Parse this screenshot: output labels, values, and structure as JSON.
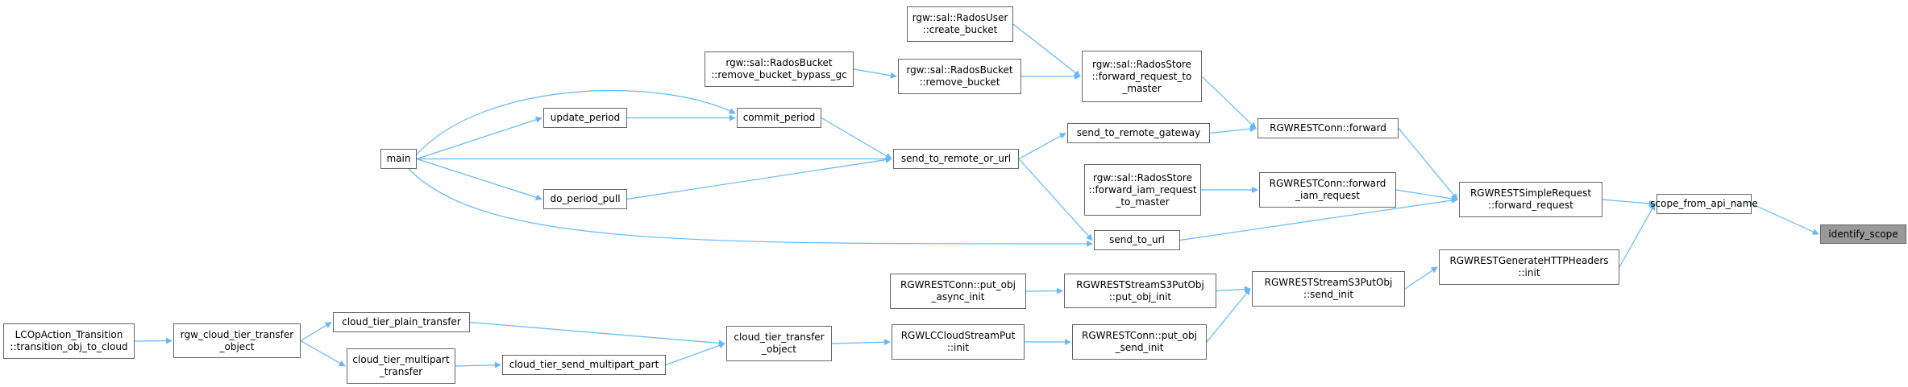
{
  "colors": {
    "edge": "#63b8ff",
    "node_border": "#666666",
    "focus_fill": "#999999"
  },
  "nodes": [
    {
      "id": "identify_scope",
      "label": "identify_scope",
      "focus": true
    },
    {
      "id": "scope_from_api_name",
      "label": "scope_from_api_name"
    },
    {
      "id": "forward_request",
      "label": "RGWRESTSimpleRequest\n::forward_request"
    },
    {
      "id": "gen_headers_init",
      "label": "RGWRESTGenerateHTTPHeaders\n::init"
    },
    {
      "id": "conn_forward",
      "label": "RGWRESTConn::forward"
    },
    {
      "id": "conn_forward_iam",
      "label": "RGWRESTConn::forward\n_iam_request"
    },
    {
      "id": "send_to_url",
      "label": "send_to_url"
    },
    {
      "id": "s3putobj_send_init",
      "label": "RGWRESTStreamS3PutObj\n::send_init"
    },
    {
      "id": "store_fwd_master",
      "label": "rgw::sal::RadosStore\n::forward_request_to\n_master"
    },
    {
      "id": "send_to_remote_gw",
      "label": "send_to_remote_gateway"
    },
    {
      "id": "send_to_remote_or_url",
      "label": "send_to_remote_or_url"
    },
    {
      "id": "main",
      "label": "main"
    },
    {
      "id": "store_fwd_iam",
      "label": "rgw::sal::RadosStore\n::forward_iam_request\n_to_master"
    },
    {
      "id": "s3putobj_put_init",
      "label": "RGWRESTStreamS3PutObj\n::put_obj_init"
    },
    {
      "id": "conn_put_obj_send",
      "label": "RGWRESTConn::put_obj\n_send_init"
    },
    {
      "id": "user_create_bucket",
      "label": "rgw::sal::RadosUser\n::create_bucket"
    },
    {
      "id": "bucket_remove",
      "label": "rgw::sal::RadosBucket\n::remove_bucket"
    },
    {
      "id": "bucket_remove_bypass",
      "label": "rgw::sal::RadosBucket\n::remove_bucket_bypass_gc"
    },
    {
      "id": "commit_period",
      "label": "commit_period"
    },
    {
      "id": "update_period",
      "label": "update_period"
    },
    {
      "id": "do_period_pull",
      "label": "do_period_pull"
    },
    {
      "id": "conn_put_obj_async",
      "label": "RGWRESTConn::put_obj\n_async_init"
    },
    {
      "id": "lc_cloud_stream_init",
      "label": "RGWLCCloudStreamPut\n::init"
    },
    {
      "id": "cloud_tier_transfer_object",
      "label": "cloud_tier_transfer\n_object"
    },
    {
      "id": "cloud_tier_plain_transfer",
      "label": "cloud_tier_plain_transfer"
    },
    {
      "id": "cloud_tier_send_multipart_part",
      "label": "cloud_tier_send_multipart_part"
    },
    {
      "id": "cloud_tier_multipart_transfer",
      "label": "cloud_tier_multipart\n_transfer"
    },
    {
      "id": "rgw_cloud_tier_transfer_object",
      "label": "rgw_cloud_tier_transfer\n_object"
    },
    {
      "id": "lcop_transition",
      "label": "LCOpAction_Transition\n::transition_obj_to_cloud"
    }
  ],
  "edges": [
    {
      "from": "scope_from_api_name",
      "to": "identify_scope"
    },
    {
      "from": "forward_request",
      "to": "scope_from_api_name"
    },
    {
      "from": "gen_headers_init",
      "to": "scope_from_api_name"
    },
    {
      "from": "conn_forward",
      "to": "forward_request"
    },
    {
      "from": "conn_forward_iam",
      "to": "forward_request"
    },
    {
      "from": "send_to_url",
      "to": "forward_request"
    },
    {
      "from": "s3putobj_send_init",
      "to": "gen_headers_init"
    },
    {
      "from": "store_fwd_master",
      "to": "conn_forward"
    },
    {
      "from": "send_to_remote_gw",
      "to": "conn_forward"
    },
    {
      "from": "store_fwd_iam",
      "to": "conn_forward_iam"
    },
    {
      "from": "send_to_remote_or_url",
      "to": "send_to_url"
    },
    {
      "from": "main",
      "to": "send_to_url"
    },
    {
      "from": "s3putobj_put_init",
      "to": "s3putobj_send_init"
    },
    {
      "from": "conn_put_obj_send",
      "to": "s3putobj_send_init"
    },
    {
      "from": "user_create_bucket",
      "to": "store_fwd_master"
    },
    {
      "from": "bucket_remove",
      "to": "store_fwd_master"
    },
    {
      "from": "send_to_remote_or_url",
      "to": "send_to_remote_gw"
    },
    {
      "from": "commit_period",
      "to": "send_to_remote_or_url"
    },
    {
      "from": "main",
      "to": "send_to_remote_or_url"
    },
    {
      "from": "do_period_pull",
      "to": "send_to_remote_or_url"
    },
    {
      "from": "conn_put_obj_async",
      "to": "s3putobj_put_init"
    },
    {
      "from": "lc_cloud_stream_init",
      "to": "conn_put_obj_send"
    },
    {
      "from": "bucket_remove_bypass",
      "to": "bucket_remove"
    },
    {
      "from": "update_period",
      "to": "commit_period"
    },
    {
      "from": "main",
      "to": "commit_period"
    },
    {
      "from": "main",
      "to": "update_period"
    },
    {
      "from": "main",
      "to": "do_period_pull"
    },
    {
      "from": "cloud_tier_transfer_object",
      "to": "lc_cloud_stream_init"
    },
    {
      "from": "cloud_tier_plain_transfer",
      "to": "cloud_tier_transfer_object"
    },
    {
      "from": "cloud_tier_send_multipart_part",
      "to": "cloud_tier_transfer_object"
    },
    {
      "from": "cloud_tier_multipart_transfer",
      "to": "cloud_tier_send_multipart_part"
    },
    {
      "from": "rgw_cloud_tier_transfer_object",
      "to": "cloud_tier_plain_transfer"
    },
    {
      "from": "rgw_cloud_tier_transfer_object",
      "to": "cloud_tier_multipart_transfer"
    },
    {
      "from": "lcop_transition",
      "to": "rgw_cloud_tier_transfer_object"
    }
  ]
}
